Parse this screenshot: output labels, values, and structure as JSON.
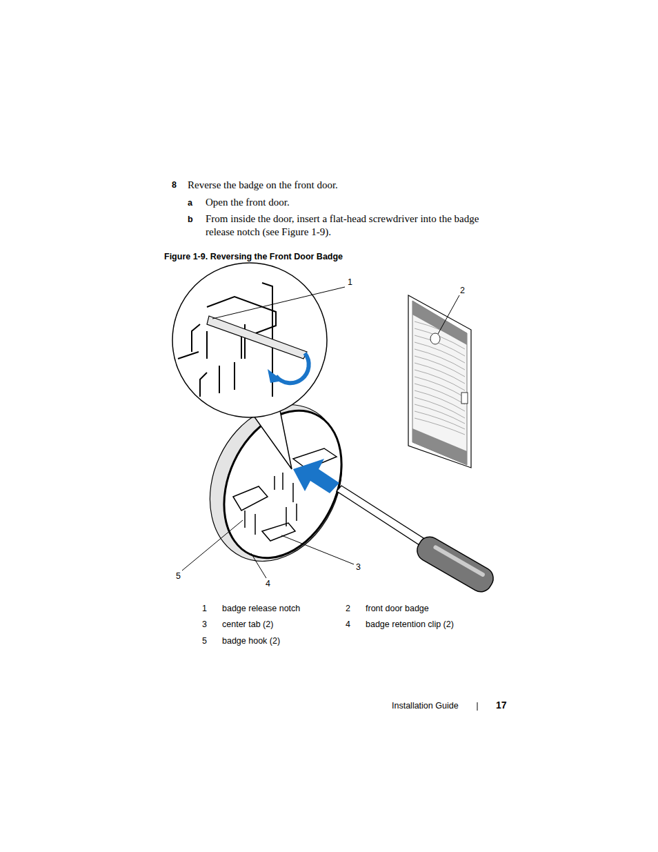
{
  "diagram": {
    "caption": "Figure 1-9. Reversing the Front Door Badge",
    "labels": [
      "8",
      "Reverse the badge on the front door.",
      "a",
      "Open the front door.",
      "b",
      "From inside the door, insert a flat-head screwdriver into the badge release notch (see Figure 1-9).",
      "1",
      "2",
      "3",
      "4",
      "5",
      "1",
      "badge release notch",
      "2",
      "front door badge",
      "3",
      "center tab (2)",
      "4",
      "badge retention clip (2)",
      "5",
      "badge hook (2)",
      "Installation Guide",
      "17"
    ]
  }
}
